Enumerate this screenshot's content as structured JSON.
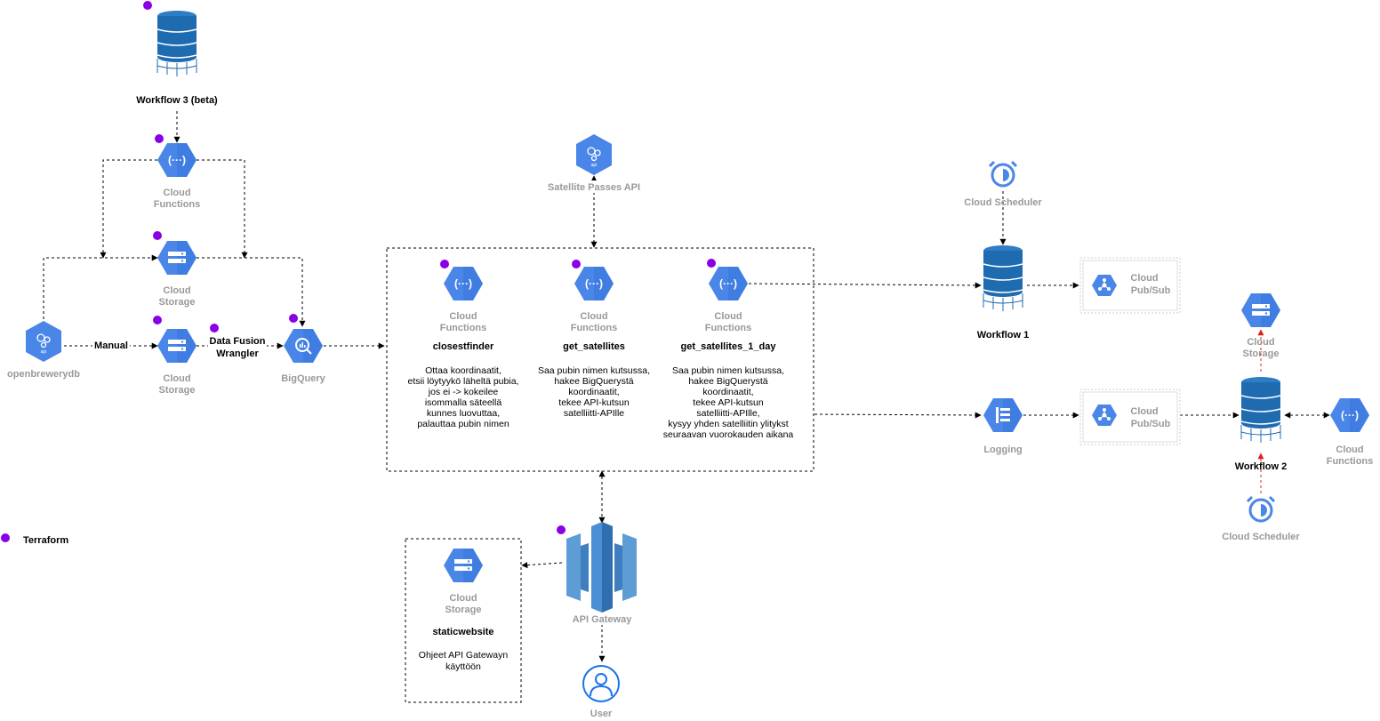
{
  "colors": {
    "gcp_blue": "#4a86e8",
    "db_blue": "#1f6bb0",
    "terraform_purple": "#8a00e6",
    "arrow_red": "#e02020",
    "label_gray": "#999999",
    "aws_blue": "#5c9dd6"
  },
  "nodes": {
    "workflow3_db": {
      "label": "Workflow 3 (beta)",
      "icon": "database-icon"
    },
    "cf_top": {
      "label1": "Cloud",
      "label2": "Functions",
      "icon": "cloud-functions-icon"
    },
    "storage_top": {
      "label1": "Cloud",
      "label2": "Storage",
      "icon": "cloud-storage-icon"
    },
    "storage_mid": {
      "label1": "Cloud",
      "label2": "Storage",
      "icon": "cloud-storage-icon"
    },
    "openbrewerydb": {
      "label": "openbrewerydb",
      "icon": "api-icon"
    },
    "bigquery": {
      "label": "BigQuery",
      "icon": "bigquery-icon"
    },
    "satellite_api": {
      "label": "Satellite Passes API",
      "icon": "api-icon"
    },
    "cf_closest": {
      "label1": "Cloud",
      "label2": "Functions",
      "name": "closestfinder",
      "desc": [
        "Ottaa koordinaatit,",
        "etsii löytyykö läheltä pubia,",
        "jos ei -> kokeilee",
        "isommalla säteellä",
        "kunnes luovuttaa,",
        "palauttaa pubin nimen"
      ]
    },
    "cf_getsat": {
      "label1": "Cloud",
      "label2": "Functions",
      "name": "get_satellites",
      "desc": [
        "Saa pubin nimen kutsussa,",
        "hakee BigQuerystä",
        "koordinaatit,",
        "tekee API-kutsun",
        "satelliitti-APIlle"
      ]
    },
    "cf_getsat1day": {
      "label1": "Cloud",
      "label2": "Functions",
      "name": "get_satellites_1_day",
      "desc": [
        "Saa pubin nimen kutsussa,",
        "hakee BigQuerystä",
        "koordinaatit,",
        "tekee API-kutsun",
        "satelliitti-APIlle,",
        "kysyy yhden satelliitin ylitykst",
        "seuraavan vuorokauden aikana"
      ]
    },
    "scheduler_top": {
      "label": "Cloud Scheduler",
      "icon": "alarm-clock-icon"
    },
    "workflow1_db": {
      "label": "Workflow 1",
      "icon": "database-icon"
    },
    "pubsub_top": {
      "label1": "Cloud",
      "label2": "Pub/Sub",
      "icon": "pubsub-icon"
    },
    "logging": {
      "label": "Logging",
      "icon": "logging-icon"
    },
    "pubsub_bottom": {
      "label1": "Cloud",
      "label2": "Pub/Sub",
      "icon": "pubsub-icon"
    },
    "storage_right": {
      "label1": "Cloud",
      "label2": "Storage",
      "icon": "cloud-storage-icon"
    },
    "workflow2_db": {
      "label": "Workflow 2",
      "icon": "database-icon"
    },
    "cf_right": {
      "label1": "Cloud",
      "label2": "Functions",
      "icon": "cloud-functions-icon"
    },
    "scheduler_bottom": {
      "label": "Cloud Scheduler",
      "icon": "alarm-clock-icon"
    },
    "api_gateway": {
      "label": "API Gateway",
      "icon": "api-gateway-icon"
    },
    "staticwebsite": {
      "label1": "Cloud",
      "label2": "Storage",
      "name": "staticwebsite",
      "desc": [
        "Ohjeet API Gatewayn",
        "käyttöön"
      ]
    },
    "user": {
      "label": "User",
      "icon": "user-icon"
    }
  },
  "edge_labels": {
    "manual": "Manual",
    "data_fusion_1": "Data Fusion",
    "data_fusion_2": "Wrangler"
  },
  "legend": {
    "terraform": "Terraform"
  }
}
